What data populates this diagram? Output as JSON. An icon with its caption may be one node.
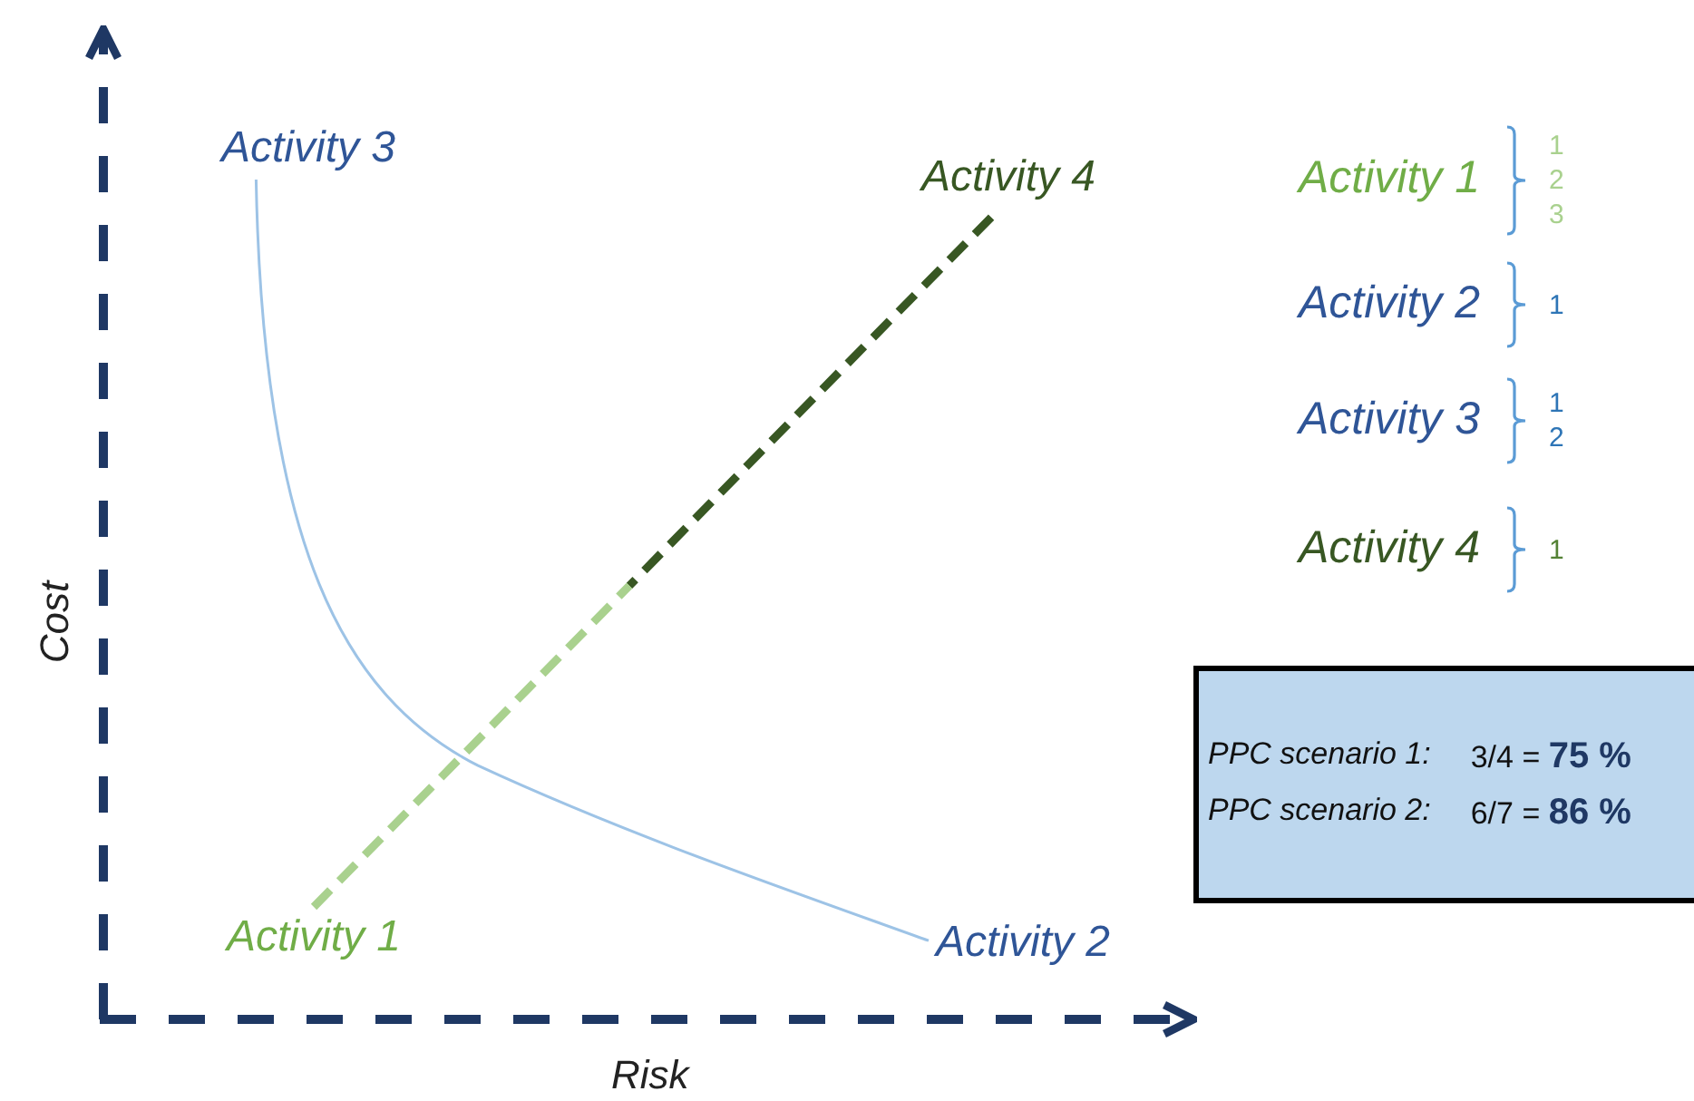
{
  "diagram": {
    "nodes": [
      {
        "text": [
          "Activity 3"
        ]
      },
      {
        "text": [
          "Activity 4"
        ]
      },
      {
        "text": [
          "Activity 1"
        ],
        "beside": [
          "1",
          "2",
          "3"
        ]
      },
      {
        "text": [
          "Activity 2"
        ],
        "beside": [
          "1"
        ]
      },
      {
        "text": [
          "Activity 3"
        ],
        "beside": [
          "1",
          "2"
        ]
      },
      {
        "text": [
          "Activity 4"
        ],
        "beside": [
          "1"
        ]
      },
      {
        "text": [
          "PPC scenario 1:",
          "3/4 = **75 %**",
          "PPC scenario 2:",
          "6/7 = **86 %**"
        ]
      },
      {
        "text": [
          "Activity 1"
        ]
      },
      {
        "text": [
          "Activity 2"
        ]
      }
    ],
    "edges": [
      {
        "from": 7,
        "to": 1,
        "arrow": "none",
        "style": "dashed"
      },
      {
        "from": 0,
        "to": 8,
        "arrow": "none"
      }
    ],
    "labels": [
      "Cost",
      "Risk"
    ]
  }
}
